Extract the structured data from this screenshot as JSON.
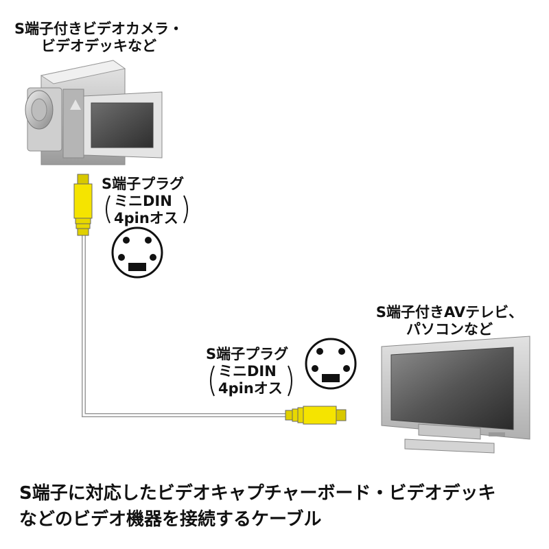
{
  "source_device": {
    "label_line1": "S端子付きビデオカメラ・",
    "label_line2": "ビデオデッキなど"
  },
  "plug_top": {
    "title": "S端子プラグ",
    "line2": "ミニDIN",
    "line3": "4pinオス"
  },
  "plug_bottom": {
    "title": "S端子プラグ",
    "line2": "ミニDIN",
    "line3": "4pinオス"
  },
  "target_device": {
    "label_line1": "S端子付きAVテレビ、",
    "label_line2": "パソコンなど"
  },
  "caption": {
    "line1": "S端子に対応したビデオキャプチャーボード・ビデオデッキ",
    "line2": "などのビデオ機器を接続するケーブル"
  },
  "colors": {
    "plug_yellow": "#f5e400",
    "device_gray": "#b9b9b9",
    "screen_dark": "#5a5a5a",
    "cable_white": "#ffffff"
  }
}
